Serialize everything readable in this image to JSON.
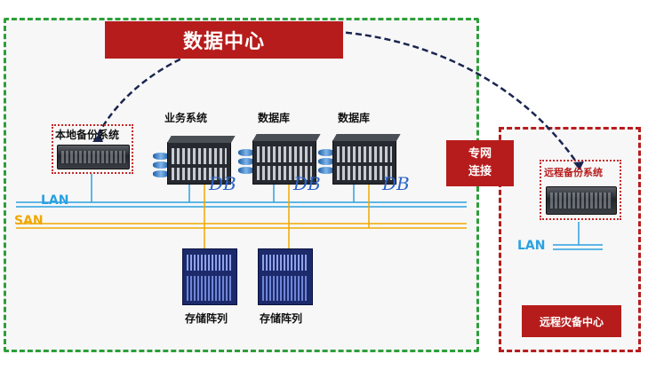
{
  "banner": {
    "title": "数据中心"
  },
  "labels": {
    "local_backup": "本地备份系统",
    "business_system": "业务系统",
    "database_1": "数据库",
    "database_2": "数据库",
    "storage_1": "存储阵列",
    "storage_2": "存储阵列",
    "remote_backup": "远程备份系统"
  },
  "network": {
    "lan_left": "LAN",
    "san": "SAN",
    "lan_right": "LAN",
    "private_line_1": "专网",
    "private_line_2": "连接"
  },
  "remote": {
    "center_title": "远程灾备中心"
  },
  "db_mark": "DB",
  "colors": {
    "dc_border": "#2e9e3a",
    "accent_red": "#b71c1c",
    "lan": "#2aa1e0",
    "san": "#f0a800",
    "arc": "#1a2550"
  }
}
